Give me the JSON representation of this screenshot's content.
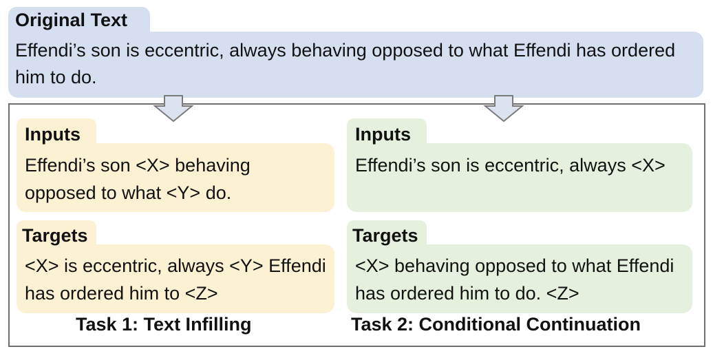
{
  "original": {
    "title": "Original Text",
    "text": "Effendi’s son is eccentric, always behaving opposed to what Effendi has ordered him to do."
  },
  "task1": {
    "inputs_label": "Inputs",
    "inputs_text": "Effendi’s son <X> behaving opposed to what <Y> do.",
    "targets_label": "Targets",
    "targets_text": "<X> is eccentric, always <Y> Effendi has ordered him to <Z>",
    "caption": "Task 1: Text Infilling"
  },
  "task2": {
    "inputs_label": "Inputs",
    "inputs_text": "Effendi’s son is eccentric, always <X>",
    "targets_label": "Targets",
    "targets_text": "<X> behaving opposed to what Effendi has ordered him to do. <Z>",
    "caption": "Task 2: Conditional Continuation"
  },
  "colors": {
    "original_fill": "#d6dff0",
    "task1_fill": "#fdf1d3",
    "task2_fill": "#e5f0de",
    "frame_stroke": "#6e6e6e",
    "arrow_fill": "#dde3ee"
  }
}
